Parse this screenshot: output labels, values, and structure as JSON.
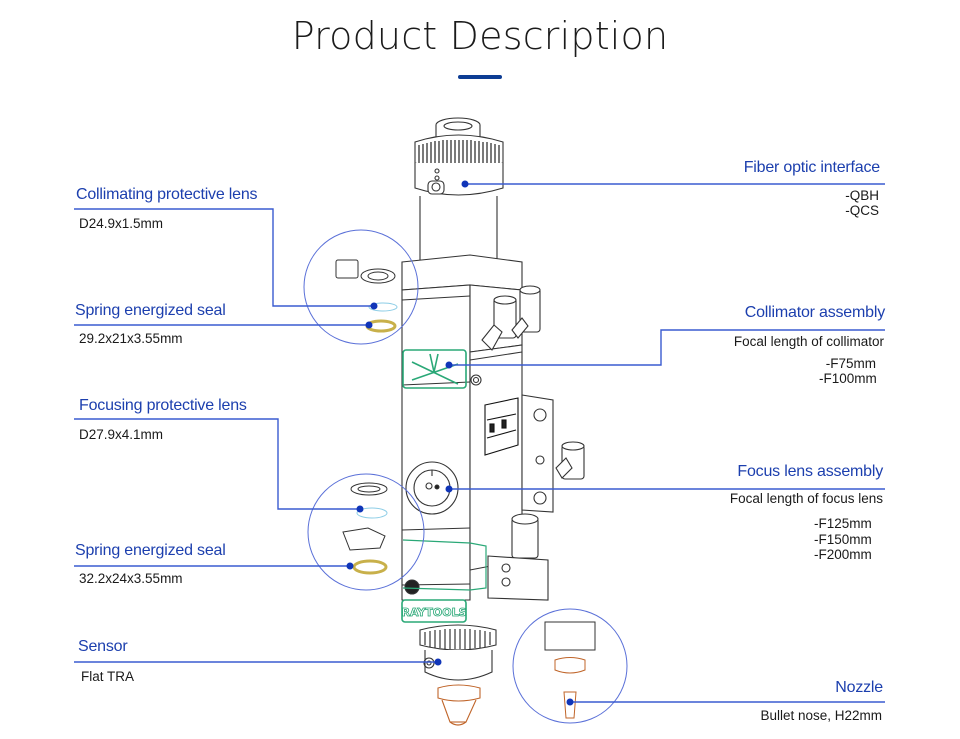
{
  "page": {
    "title": "Product Description",
    "accent_color": "#0d3d94",
    "label_color": "#1c3fae",
    "line_color": "#3a5bd0"
  },
  "callouts_left": [
    {
      "name": "Collimating protective lens",
      "spec": "D24.9x1.5mm"
    },
    {
      "name": "Spring energized seal",
      "spec": "29.2x21x3.55mm"
    },
    {
      "name": "Focusing protective lens",
      "spec": "D27.9x4.1mm"
    },
    {
      "name": "Spring energized seal",
      "spec": "32.2x24x3.55mm"
    },
    {
      "name": "Sensor",
      "spec": "Flat TRA"
    }
  ],
  "callouts_right": [
    {
      "name": "Fiber optic interface",
      "spec_lines": [
        "-QBH",
        "-QCS"
      ]
    },
    {
      "name": "Collimator assembly",
      "desc": "Focal length of collimator",
      "spec_lines": [
        "-F75mm",
        "-F100mm"
      ]
    },
    {
      "name": "Focus lens assembly",
      "desc": "Focal length of focus lens",
      "spec_lines": [
        "-F125mm",
        "-F150mm",
        "-F200mm"
      ]
    },
    {
      "name": "Nozzle",
      "desc": "Bullet nose, H22mm"
    }
  ],
  "product": {
    "brand_plate": "RAYTOOLS"
  }
}
